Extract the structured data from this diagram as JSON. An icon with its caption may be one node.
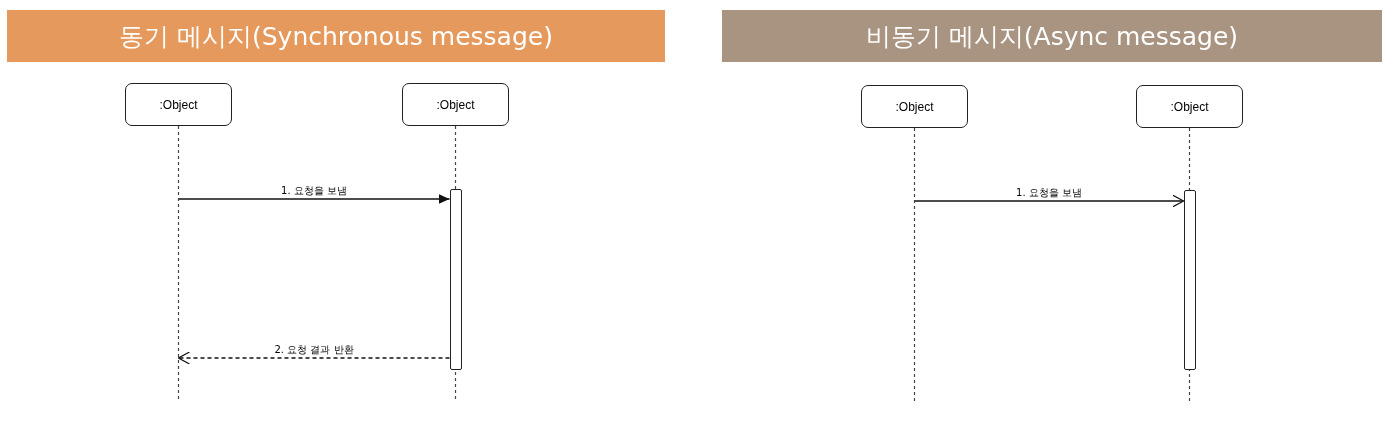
{
  "diagram": {
    "nodes": [
      {
        "text": [
          "동기 메시지(Synchronous message)"
        ]
      },
      {
        "text": [
          ":Object"
        ]
      },
      {
        "text": [
          ":Object"
        ]
      },
      {
        "text": [],
        "shape": "bar",
        "in": 2
      },
      {
        "text": [
          "비동기 메시지(Async message)"
        ]
      },
      {
        "text": [
          ":Object"
        ]
      },
      {
        "text": [
          ":Object"
        ]
      },
      {
        "text": [],
        "shape": "bar",
        "in": 6
      }
    ],
    "edges": [
      {
        "from": 1,
        "to": 3,
        "arrow": "to",
        "label": "1. 요청을 보냄"
      },
      {
        "from": 3,
        "to": 1,
        "arrow": "to",
        "label": "2. 요청 결과 반환",
        "style": "dashed"
      },
      {
        "from": 5,
        "to": 7,
        "arrow": "to",
        "label": "1. 요청을 보냄"
      }
    ]
  }
}
